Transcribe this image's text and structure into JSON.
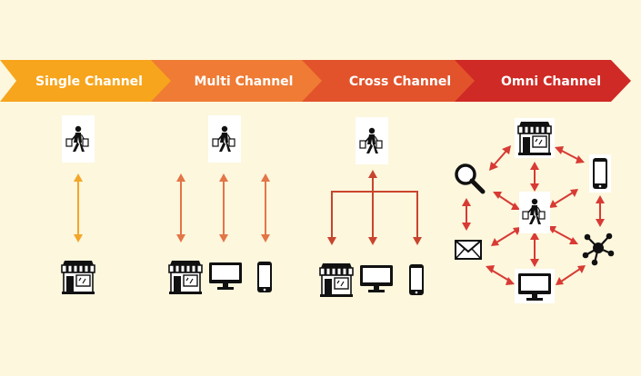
{
  "stages": [
    {
      "label": "Single Channel",
      "color": "#f7a51c"
    },
    {
      "label": "Multi Channel",
      "color": "#ef7b34"
    },
    {
      "label": "Cross Channel",
      "color": "#e2532b"
    },
    {
      "label": "Omni Channel",
      "color": "#cf2a25"
    }
  ],
  "colors": {
    "background": "#fcf7dd",
    "icon": "#111111",
    "single_arrow": "#f4a62a",
    "multi_arrow": "#e47547",
    "cross_arrow": "#c9442e",
    "omni_arrow": "#d83a34"
  },
  "icons": {
    "shopper": "shopper-icon",
    "store": "store-icon",
    "desktop": "desktop-monitor-icon",
    "mobile": "mobile-phone-icon",
    "search": "search-icon",
    "email": "email-envelope-icon",
    "social": "social-network-icon"
  }
}
